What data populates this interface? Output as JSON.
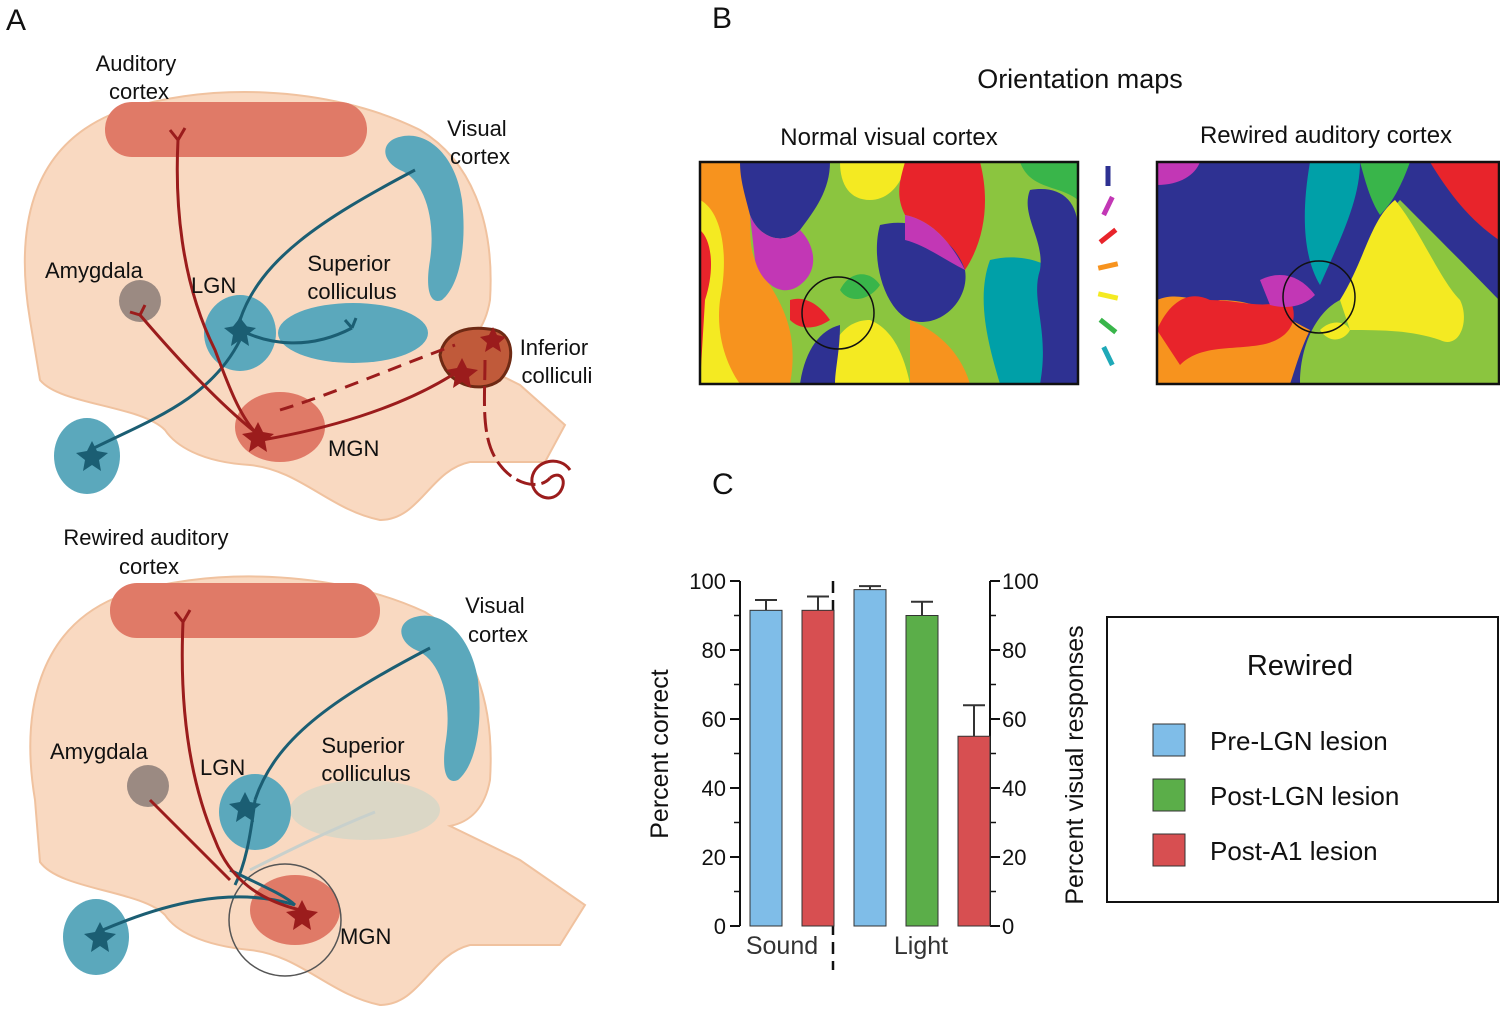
{
  "panels": {
    "a": {
      "letter": "A",
      "top": {
        "auditory_cortex": [
          "Auditory",
          "cortex"
        ],
        "visual_cortex": [
          "Visual",
          "cortex"
        ],
        "amygdala": "Amygdala",
        "lgn": "LGN",
        "superior_colliculus": [
          "Superior",
          "colliculus"
        ],
        "inferior_colliculi": [
          "Inferior",
          "colliculi"
        ],
        "mgn": "MGN"
      },
      "bottom": {
        "rewired_auditory_cortex": [
          "Rewired auditory",
          "cortex"
        ],
        "visual_cortex": [
          "Visual",
          "cortex"
        ],
        "amygdala": "Amygdala",
        "lgn": "LGN",
        "superior_colliculus": [
          "Superior",
          "colliculus"
        ],
        "mgn": "MGN"
      }
    },
    "b": {
      "letter": "B",
      "title": "Orientation maps",
      "map_left": "Normal visual cortex",
      "map_right": "Rewired auditory cortex",
      "orientation_key_colors": [
        "#2e3192",
        "#c237b5",
        "#e8242b",
        "#f7931e",
        "#f4ea22",
        "#39b54a",
        "#1fa9b8"
      ]
    },
    "c": {
      "letter": "C",
      "legend_title": "Rewired"
    }
  },
  "colors": {
    "brain": "#f9d9c1",
    "brain_edge": "#f0c29f",
    "auditory": "#e07a67",
    "visual": "#5ba8bc",
    "visual_dark": "#1b5e73",
    "auditory_dark": "#9b1c1c",
    "amygdala": "#9b8a82"
  },
  "chart_data": {
    "type": "bar",
    "groups": [
      {
        "label": "Sound",
        "bars": [
          {
            "series": "Pre-LGN lesion",
            "value": 91.5,
            "error": 3
          },
          {
            "series": "Post-A1 lesion",
            "value": 91.5,
            "error": 4
          }
        ]
      },
      {
        "label": "Light",
        "bars": [
          {
            "series": "Pre-LGN lesion",
            "value": 97.5,
            "error": 1
          },
          {
            "series": "Post-LGN lesion",
            "value": 90,
            "error": 4
          },
          {
            "series": "Post-A1 lesion",
            "value": 55,
            "error": 9
          }
        ]
      }
    ],
    "series": [
      {
        "name": "Pre-LGN lesion",
        "color": "#7fbde8"
      },
      {
        "name": "Post-LGN lesion",
        "color": "#5bae49"
      },
      {
        "name": "Post-A1 lesion",
        "color": "#d74f51"
      }
    ],
    "ylabel": "Percent correct",
    "y2label": "Percent visual responses",
    "ylim": [
      0,
      100
    ],
    "yticks": [
      0,
      20,
      40,
      60,
      80,
      100
    ],
    "y2ticks": [
      0,
      20,
      40,
      60,
      80,
      100
    ],
    "legend_position": "right"
  }
}
